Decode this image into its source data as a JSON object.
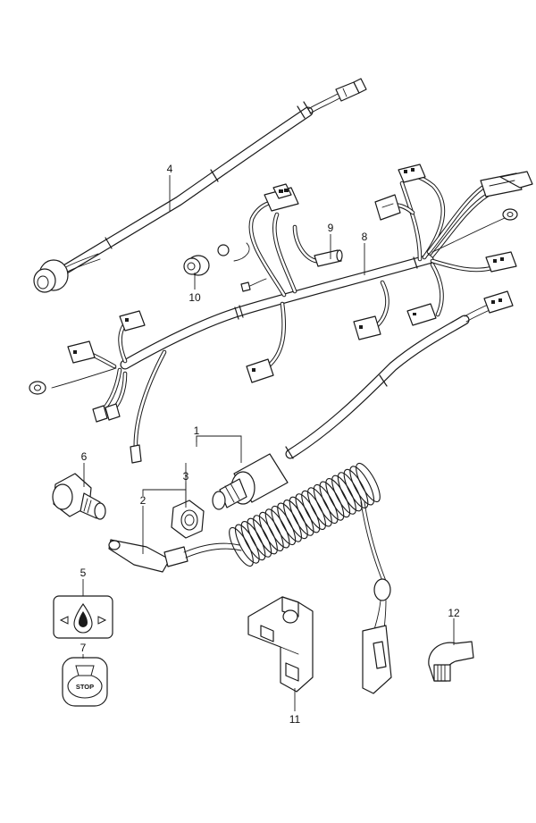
{
  "callouts": [
    {
      "id": "1",
      "label": "1"
    },
    {
      "id": "2",
      "label": "2"
    },
    {
      "id": "3",
      "label": "3"
    },
    {
      "id": "4",
      "label": "4"
    },
    {
      "id": "5",
      "label": "5"
    },
    {
      "id": "6",
      "label": "6"
    },
    {
      "id": "7",
      "label": "7"
    },
    {
      "id": "8",
      "label": "8"
    },
    {
      "id": "9",
      "label": "9"
    },
    {
      "id": "10",
      "label": "10"
    },
    {
      "id": "11",
      "label": "11"
    },
    {
      "id": "12",
      "label": "12"
    }
  ],
  "stop_label": {
    "text": "STOP"
  }
}
